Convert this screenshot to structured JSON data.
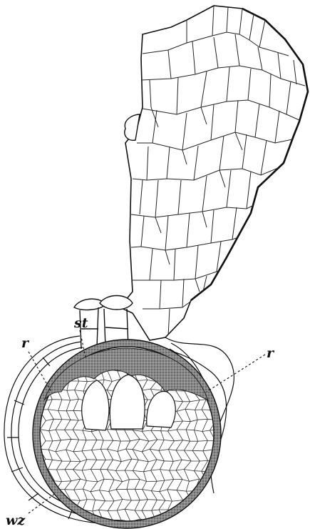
{
  "figure": {
    "labels": {
      "r_left": "r",
      "st": "st",
      "r_right": "r",
      "wz": "wz"
    }
  }
}
